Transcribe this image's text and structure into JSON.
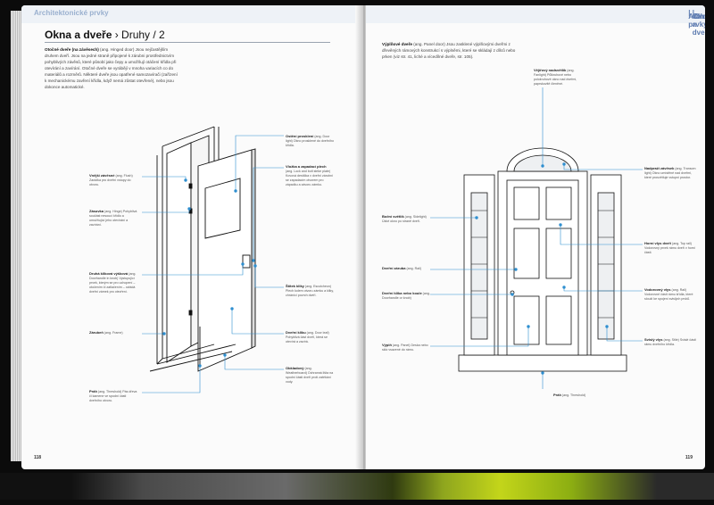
{
  "section": "Architektonické prvky",
  "section_right_sub": "Okna a dveře",
  "section_right_sub2": "Druhy",
  "left": {
    "title_main": "Okna a dveře",
    "title_sep": " › ",
    "title_sub": "Druhy / 2",
    "intro_term": "Otočné dveře (na závěsech)",
    "intro_text": " (ang. Hinged door) Jsou nejčastějším druhem dveří. Jsou na jedné straně připojené k zárubni prostřednictvím pohyblivých závěsů, které působí jako čepy a umožňují otáčení křídla při otevírání a zavírání. Otočné dveře se vyrábějí v mnoha variacích co do materiálů a rozměrů. Některé dveře jsou opatřené samozavírači (zařízení k mechanickému zavření křídla, když nemá zůstat otevřené), nebo jsou dokonce automatické.",
    "labels": [
      {
        "term": "Ostění prosklení",
        "text": " (ang. Door light) Okno prosklené do dveřního křídla."
      },
      {
        "term": "Vnější závěsné",
        "text": " (ang. Flush) Zarážka pro dveřní vstupy do otvoru."
      },
      {
        "term": "Zásuvka",
        "text": " (ang. Hinge) Pohyblivá součást nesoucí křídlo a umožňující jeho otevírání a zavírání."
      },
      {
        "term": "Vložka a zapadací plech",
        "text": " (ang. Lock and bolt strike plate) Kovová destička v dveřní zárubni se zapadacím otvorem pro západku a závoru zámku."
      },
      {
        "term": "Druhá kliková výšková",
        "text": " (ang. Doorhandle in knob) Vystupující prvek, kterým se pro uchopení – otočením či zatlačením – ovládá dveřní zámek pro otevření."
      },
      {
        "term": "Zárubeň",
        "text": " (ang. Frame)"
      },
      {
        "term": "Štítek kliky",
        "text": " (ang. Escutcheon) Plech kolem otvoru zámku a kliky, chránící povrch dveří."
      },
      {
        "term": "Dveřní kliku",
        "text": " (ang. Door leaf) Pohyblivá část dveří, která se otevírá a zavírá."
      },
      {
        "term": "Obkladový",
        "text": " (ang. Weatherboard) Ochranná lišta na spodní části dveří proti zatékání vody."
      },
      {
        "term": "Práh",
        "text": " (ang. Threshold) Pás dřeva či kamene ve spodní části dveřního otvoru."
      }
    ],
    "page_number": "118"
  },
  "right": {
    "intro_term": "Výplňové dveře",
    "intro_text": " (ang. Panel door) Jsou zasklené výplňovými dveřmi z dřevěných rámových konstrukcí s výplněmi, které se skládají z dílců nebo prken (viz str. 41, liché a vícedílné dveře, str. 105).",
    "labels": [
      {
        "term": "Vějířový nadsvětlík",
        "text": " (ang. Fanlight) Půlkruhové nebo polokruhové okno nad dveřmi, paprskovitě členěné."
      },
      {
        "term": "Nadpraží závěsek",
        "text": " (ang. Transom light) Okno umístěné nad dveřmi, které prosvětluje vstupní prostor."
      },
      {
        "term": "Boční světlík",
        "text": " (ang. Sidelight) Úzké okno po straně dveří."
      },
      {
        "term": "Horní vlys dveří",
        "text": " (ang. Top rail) Vodorovný prvek rámu dveří v horní části."
      },
      {
        "term": "Dveřní záruba",
        "text": " (ang. Rail)"
      },
      {
        "term": "Dveřní klika nebo koule",
        "text": " (ang. Doorhandle or knob)"
      },
      {
        "term": "Vodorovný vlys",
        "text": " (ang. Rail) Vodorovné části rámu křídla, které slouží ke spojení svislých prvků."
      },
      {
        "term": "Výplň",
        "text": " (ang. Panel) Deska nebo sklo vsazené do rámu."
      },
      {
        "term": "Svislý vlys",
        "text": " (ang. Stile) Svislé části rámu dveřního křídla."
      },
      {
        "term": "Práh",
        "text": " (ang. Threshold)"
      }
    ],
    "page_number": "119"
  },
  "colors": {
    "accent": "#2f8fd0",
    "header_bg": "#eef2f7",
    "section_text": "#5d7bb0"
  }
}
